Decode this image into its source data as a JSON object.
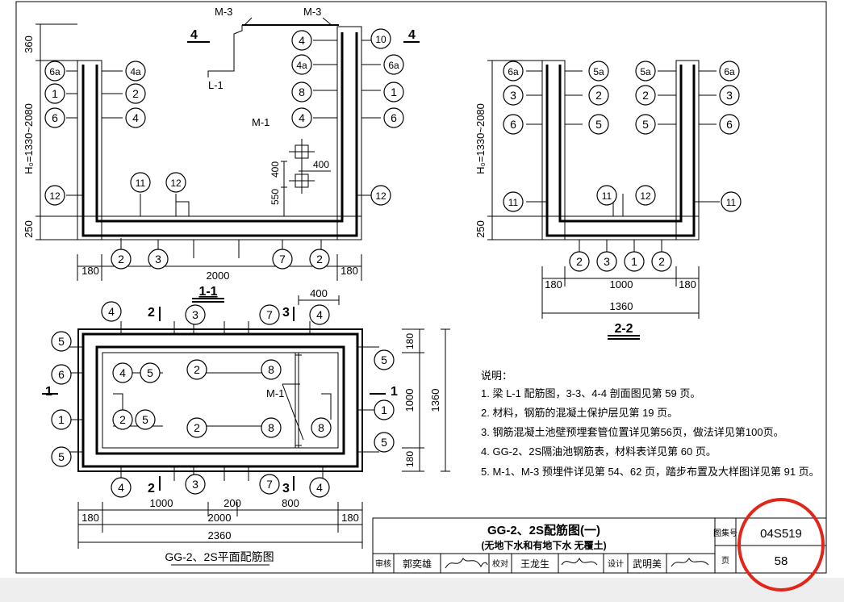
{
  "drawing": {
    "section_1_1": {
      "title": "1-1",
      "dims": {
        "d360": "360",
        "h0": "H₀=1330~2080",
        "d250": "250",
        "d180l": "180",
        "d2000": "2000",
        "d180r": "180",
        "d550": "550",
        "d400v": "400",
        "d400h": "400"
      },
      "labels": {
        "m3a": "M-3",
        "m3b": "M-3",
        "l1": "L-1",
        "m1": "M-1",
        "cut4a": "4",
        "cut4b": "4"
      },
      "bubbles": [
        "6a",
        "4a",
        "1",
        "2",
        "6",
        "4",
        "12",
        "11",
        "12",
        "12",
        "2",
        "3",
        "7",
        "2",
        "4",
        "4a",
        "8",
        "4",
        "10",
        "6a",
        "1",
        "6"
      ]
    },
    "section_2_2": {
      "title": "2-2",
      "dims": {
        "h0": "H₀=1330~2080",
        "d250": "250",
        "d180l": "180",
        "d1000": "1000",
        "d180r": "180",
        "d1360": "1360"
      },
      "bubbles": [
        "6a",
        "5a",
        "5a",
        "6a",
        "3",
        "2",
        "2",
        "3",
        "6",
        "5",
        "5",
        "6",
        "11",
        "11",
        "12",
        "11",
        "2",
        "3",
        "1",
        "2"
      ]
    },
    "plan": {
      "title": "GG-2、2S平面配筋图",
      "dims": {
        "d400": "400",
        "d180t": "180",
        "d1000": "1000",
        "d180b": "180",
        "d1360": "1360",
        "d1000h": "1000",
        "d200": "200",
        "d800": "800",
        "d180l": "180",
        "d2000": "2000",
        "d180r": "180",
        "d2360": "2360"
      },
      "labels": {
        "m1": "M-1",
        "cut1a": "1",
        "cut1b": "1",
        "cut2a": "2",
        "cut2b": "2",
        "cut3a": "3",
        "cut3b": "3"
      },
      "bubbles": [
        "4",
        "3",
        "7",
        "4",
        "5",
        "6",
        "4",
        "5",
        "2",
        "8",
        "5",
        "1",
        "2",
        "5",
        "2",
        "8",
        "8",
        "1",
        "5",
        "5",
        "4",
        "3",
        "7",
        "4"
      ]
    },
    "notes": {
      "heading": "说明：",
      "items": [
        "1. 梁 L-1 配筋图，3-3、4-4 剖面图见第 59 页。",
        "2. 材料，钢筋的混凝土保护层见第 19 页。",
        "3. 钢筋混凝土池壁预埋套管位置详见第56页，做法详见第100页。",
        "4. GG-2、2S隔油池钢筋表，材料表详见第 60 页。",
        "5. M-1、M-3 预埋件详见第 54、62 页，踏步布置及大样图详见第 91 页。"
      ]
    }
  },
  "title_block": {
    "title": "GG-2、2S配筋图(一)",
    "subtitle": "(无地下水和有地下水  无覆土)",
    "atlas_label": "图集号",
    "atlas_no": "04S519",
    "page_label": "页",
    "page_no": "58",
    "review_label": "审核",
    "reviewer": "郭奕雄",
    "check_label": "校对",
    "checker": "王龙生",
    "design_label": "设计",
    "designer": "武明美"
  },
  "colors": {
    "ink": "#000000",
    "paper": "#ffffff",
    "highlight": "#e1261c",
    "background": "#eeeeee"
  }
}
